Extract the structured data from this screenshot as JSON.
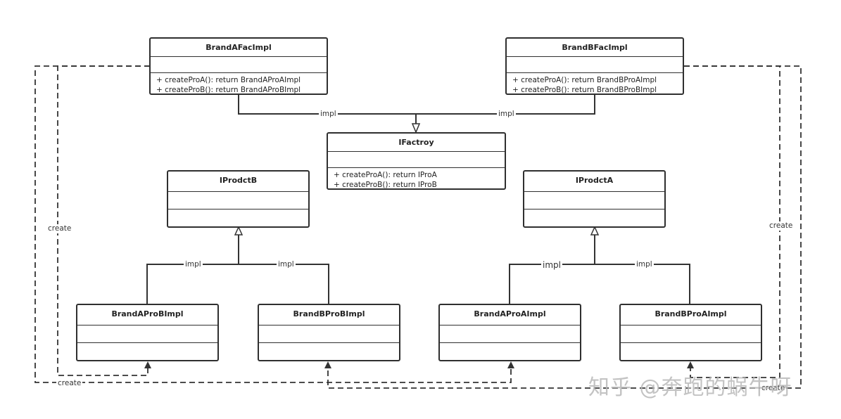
{
  "classes": {
    "brand_a_fac": {
      "name": "BrandAFacImpl",
      "methods": [
        "+ createProA(): return BrandAProAImpl",
        "+ createProB(): return BrandAProBImpl"
      ]
    },
    "brand_b_fac": {
      "name": "BrandBFacImpl",
      "methods": [
        "+ createProA(): return BrandBProAImpl",
        "+ createProB(): return BrandBProBImpl"
      ]
    },
    "ifactory": {
      "name": "IFactroy",
      "methods": [
        "+ createProA(): return IProA",
        "+ createProB(): return IProB"
      ]
    },
    "iproduct_b": {
      "name": "IProdctB"
    },
    "iproduct_a": {
      "name": "IProdctA"
    },
    "brand_a_pro_b": {
      "name": "BrandAProBImpl"
    },
    "brand_b_pro_b": {
      "name": "BrandBProBImpl"
    },
    "brand_a_pro_a": {
      "name": "BrandAProAImpl"
    },
    "brand_b_pro_a": {
      "name": "BrandBProAImpl"
    }
  },
  "labels": {
    "impl": "impl",
    "create": "create"
  },
  "watermark": "知乎 @奔跑的蜗牛呀"
}
